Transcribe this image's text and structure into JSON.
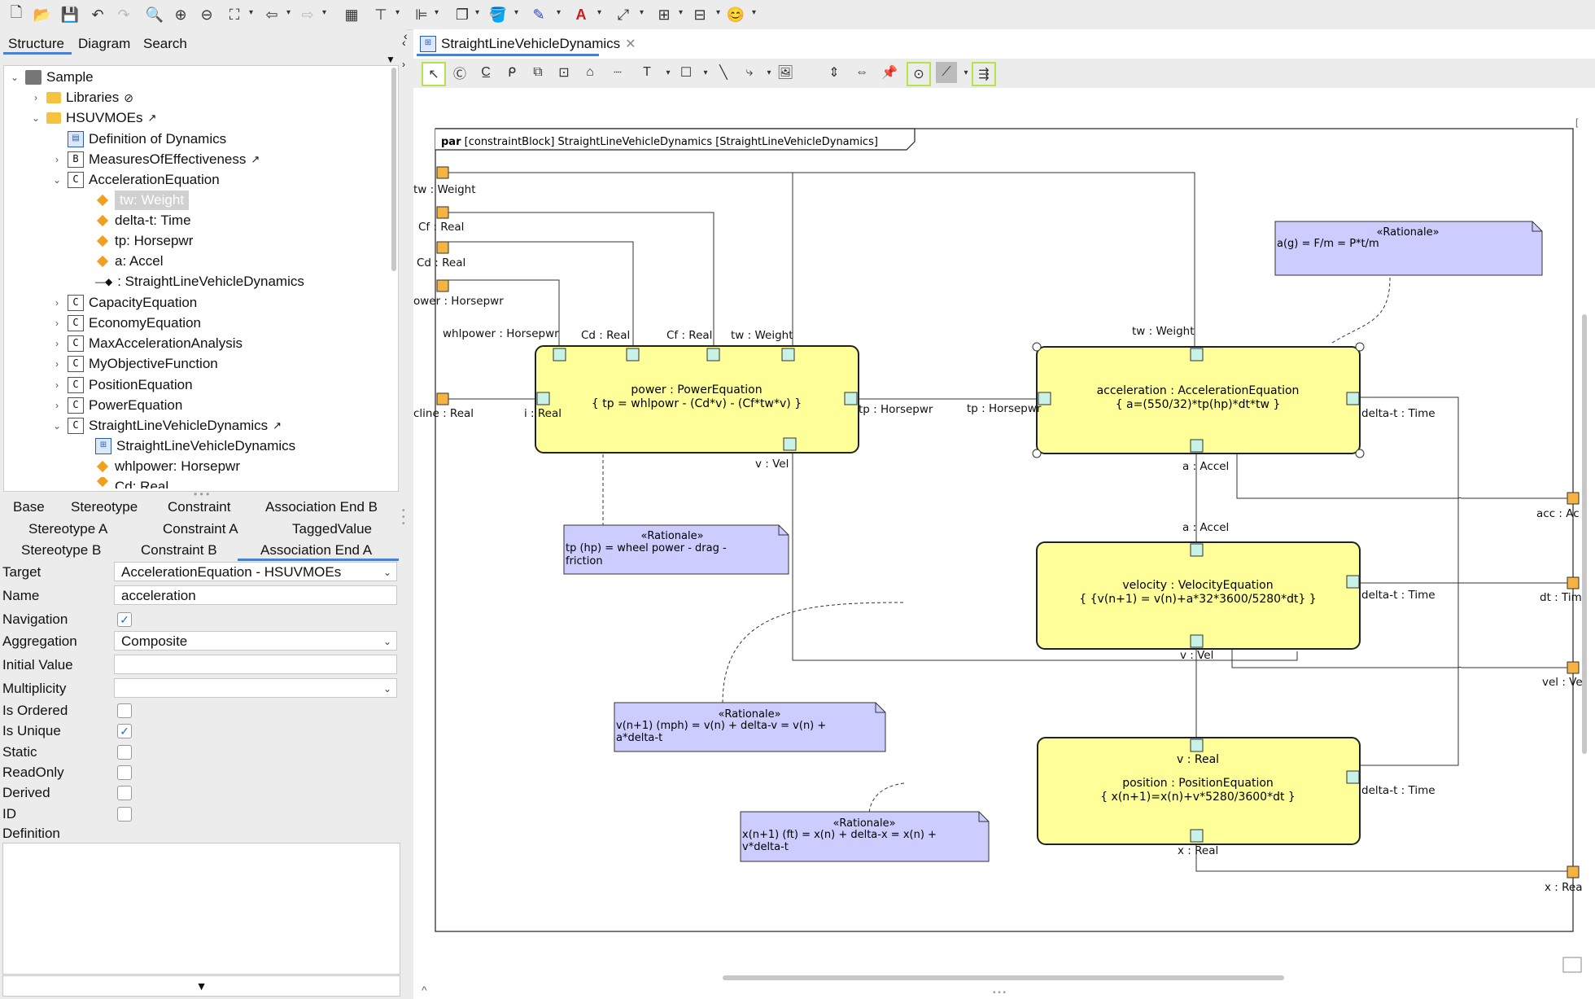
{
  "left_tabs": [
    "Structure",
    "Diagram",
    "Search"
  ],
  "tree": {
    "root": "Sample",
    "libraries": "Libraries",
    "hsuv": "HSUVMOEs",
    "items": {
      "def": "Definition of Dynamics",
      "moe": "MeasuresOfEffectiveness",
      "acc": "AccelerationEquation",
      "acc_children": [
        "tw: Weight",
        "delta-t: Time",
        "tp: Horsepwr",
        "a: Accel",
        ": StraightLineVehicleDynamics"
      ],
      "others": [
        "CapacityEquation",
        "EconomyEquation",
        "MaxAccelerationAnalysis",
        "MyObjectiveFunction",
        "PositionEquation",
        "PowerEquation"
      ],
      "slvd": "StraightLineVehicleDynamics",
      "slvd_children": [
        "StraightLineVehicleDynamics",
        "whlpower: Horsepwr",
        "Cd: Real"
      ]
    }
  },
  "props_tabs_row1": [
    "Base",
    "Stereotype",
    "Constraint",
    "Association End B"
  ],
  "props_tabs_row2": [
    "Stereotype A",
    "Constraint A",
    "TaggedValue"
  ],
  "props_tabs_row3": [
    "Stereotype B",
    "Constraint B",
    "Association End A"
  ],
  "props": {
    "target_label": "Target",
    "target_value": "AccelerationEquation - HSUVMOEs",
    "name_label": "Name",
    "name_value": "acceleration",
    "navigation_label": "Navigation",
    "aggregation_label": "Aggregation",
    "aggregation_value": "Composite",
    "initial_label": "Initial Value",
    "initial_value": "",
    "multiplicity_label": "Multiplicity",
    "multiplicity_value": "",
    "ordered_label": "Is Ordered",
    "unique_label": "Is Unique",
    "static_label": "Static",
    "readonly_label": "ReadOnly",
    "derived_label": "Derived",
    "id_label": "ID",
    "definition_label": "Definition"
  },
  "checks": {
    "navigation": true,
    "ordered": false,
    "unique": true,
    "static": false,
    "readonly": false,
    "derived": false,
    "id": false
  },
  "diagram_tab": "StraightLineVehicleDynamics",
  "frame_keyword": "par",
  "frame_title": "[constraintBlock] StraightLineVehicleDynamics [StraightLineVehicleDynamics]",
  "blocks": {
    "power": {
      "name": "power : PowerEquation",
      "eq": "{ tp = whlpowr - (Cd*v) - (Cf*tw*v) }"
    },
    "acceleration": {
      "name": "acceleration : AccelerationEquation",
      "eq": "{ a=(550/32)*tp(hp)*dt*tw }"
    },
    "velocity": {
      "name": "velocity : VelocityEquation",
      "eq": "{ {v(n+1) = v(n)+a*32*3600/5280*dt} }"
    },
    "position": {
      "top": "v : Real",
      "name": "position : PositionEquation",
      "eq": "{ x(n+1)=x(n)+v*5280/3600*dt }"
    }
  },
  "notes": {
    "stereo": "«Rationale»",
    "n1": [
      "a(g) = F/m = P*t/m"
    ],
    "n2": [
      "tp (hp) = wheel power - drag -",
      "friction"
    ],
    "n3": [
      "v(n+1) (mph) = v(n) + delta-v = v(n) +",
      "a*delta-t"
    ],
    "n4": [
      "x(n+1) (ft) = x(n) + delta-x = x(n) +",
      "v*delta-t"
    ]
  },
  "port_labels": {
    "tw": "tw : Weight",
    "cf": "Cf : Real",
    "cd": "Cd : Real",
    "power": "ower : Horsepwr",
    "incline": "cline : Real",
    "whlpower": "whlpower : Horsepwr",
    "cd2": "Cd : Real",
    "cf2": "Cf : Real",
    "tw2": "tw : Weight",
    "i_real": "i : Real",
    "tp_out": "tp : Horsepwr",
    "v_vel": "v : Vel",
    "tw3": "tw : Weight",
    "tp_in": "tp : Horsepwr",
    "delta_t1": "delta-t : Time",
    "a_accel1": "a : Accel",
    "a_accel2": "a : Accel",
    "delta_t2": "delta-t : Time",
    "v_vel2": "v : Vel",
    "delta_t3": "delta-t : Time",
    "x_real": "x : Real",
    "acc": "acc : Ac",
    "dt": "dt : Tim",
    "vel": "vel : Ve",
    "x_out": "x : Rea"
  }
}
